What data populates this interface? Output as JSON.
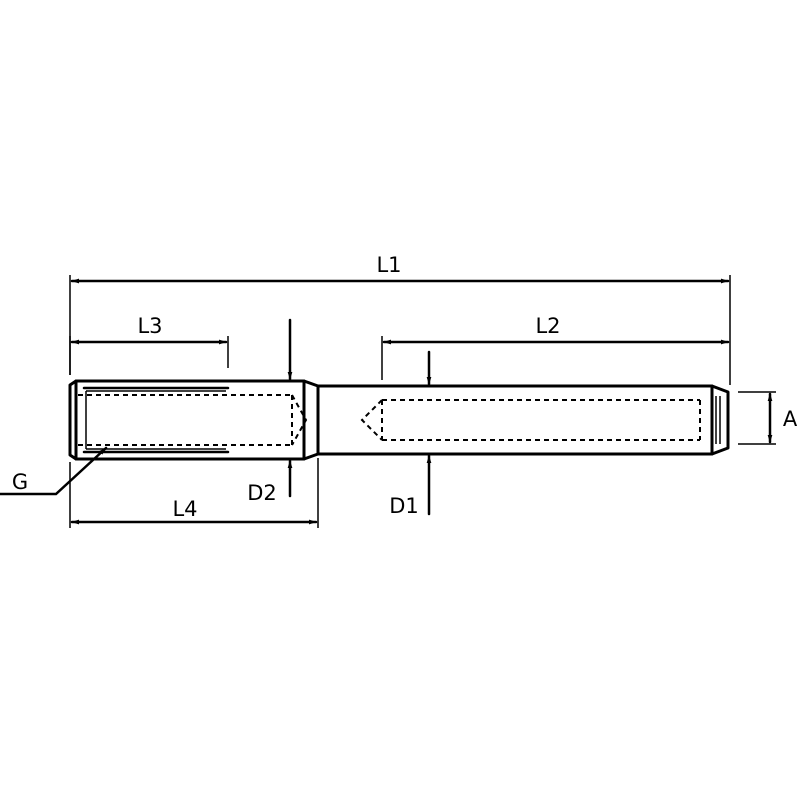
{
  "labels": {
    "L1": "L1",
    "L2": "L2",
    "L3": "L3",
    "L4": "L4",
    "D1": "D1",
    "D2": "D2",
    "G": "G",
    "A": "A"
  }
}
